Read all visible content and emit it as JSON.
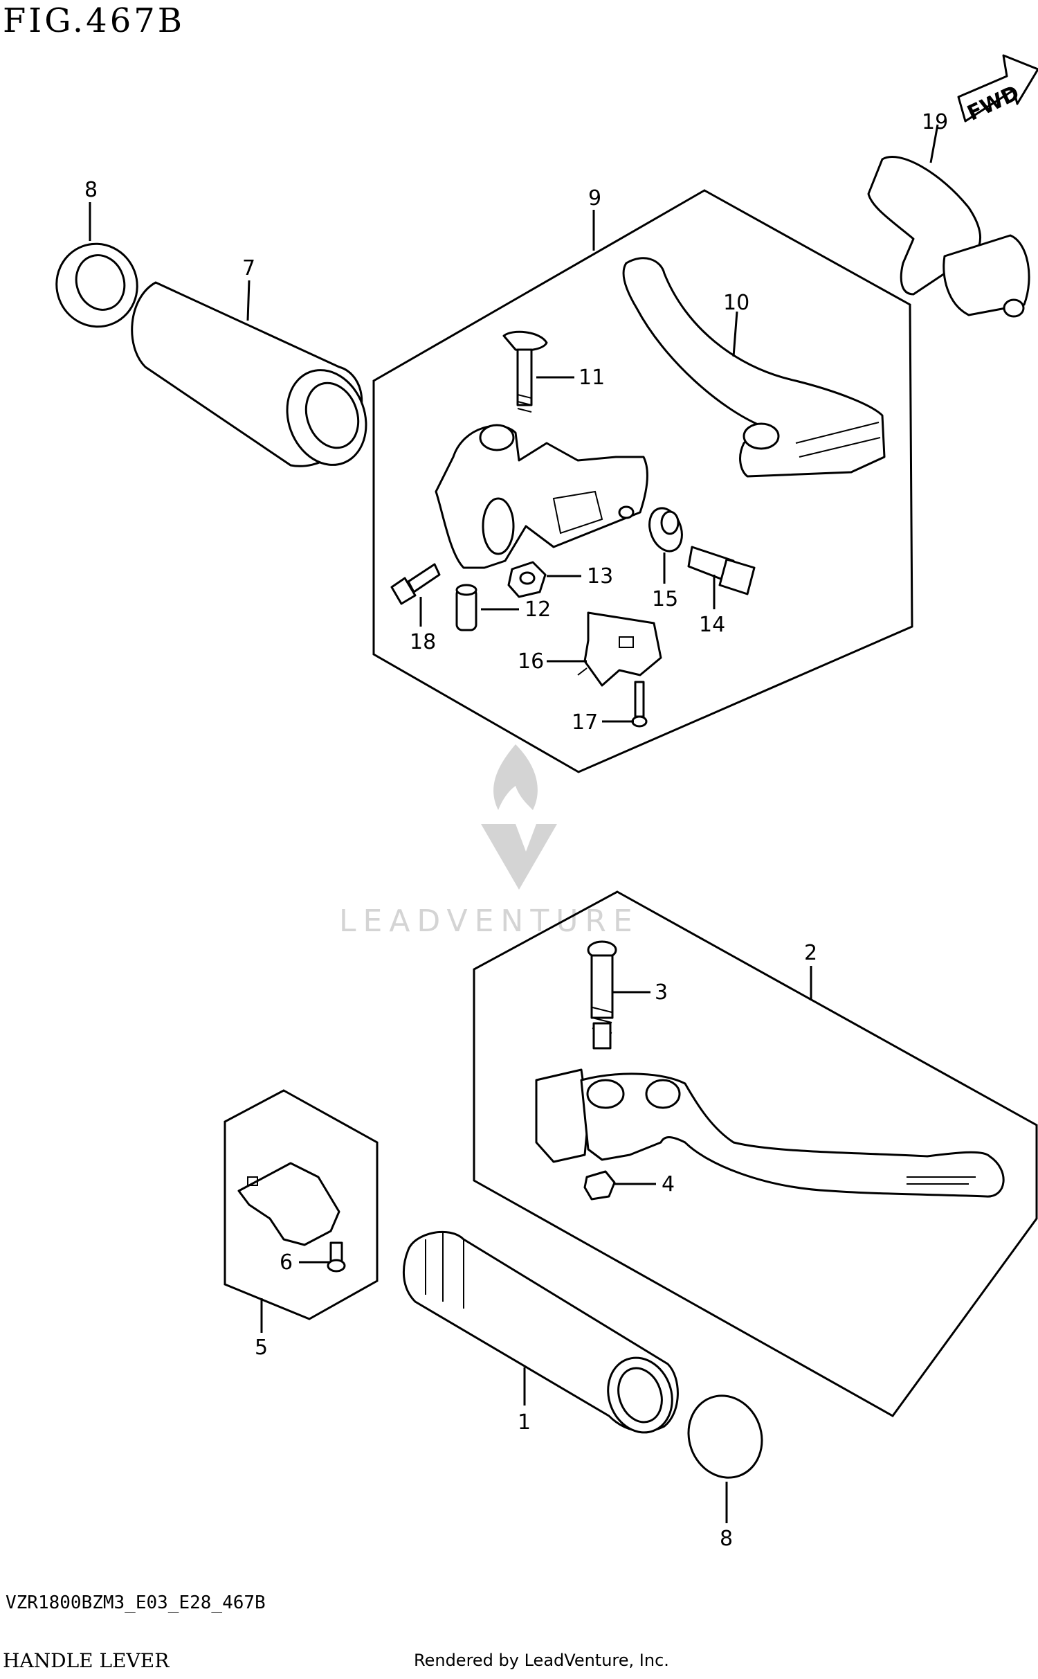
{
  "figure": {
    "title": "FIG.467B",
    "code": "VZR1800BZM3_E03_E28_467B",
    "name": "HANDLE LEVER",
    "rendered_by": "Rendered by LeadVenture, Inc.",
    "watermark": "LEADVENTURE",
    "fwd_label": "FWD"
  },
  "callouts": [
    "1",
    "2",
    "3",
    "4",
    "5",
    "6",
    "7",
    "8",
    "8",
    "9",
    "10",
    "11",
    "12",
    "13",
    "14",
    "15",
    "16",
    "17",
    "18",
    "19"
  ]
}
